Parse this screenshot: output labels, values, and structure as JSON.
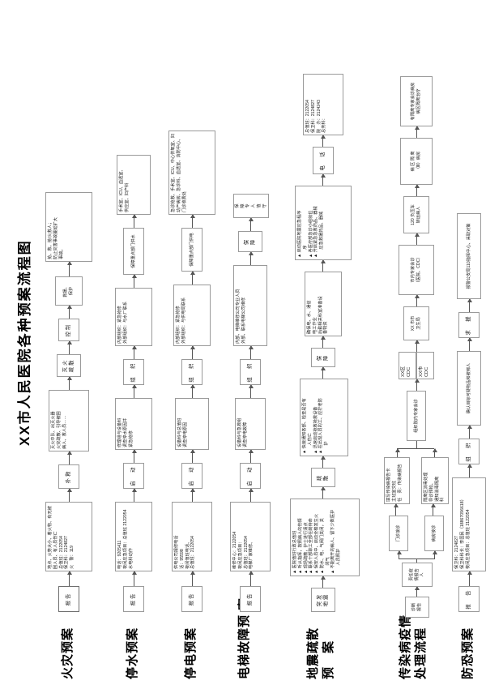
{
  "document": {
    "title": "XX市人民医院各种预案流程图"
  },
  "rows": [
    {
      "id": "fire",
      "label": "火灾预案",
      "nodes": [
        {
          "name": "fire-report",
          "text": "报告"
        },
        {
          "name": "fire-info",
          "text": "地点、火势大小、着火物、有无被困人员、有人员伤亡\n总值班：2122054\n保卫科：2124827\n火　警：119"
        },
        {
          "name": "fire-dispatch",
          "text": "扑救"
        },
        {
          "name": "fire-action",
          "text": "灭火中队、出灭火器\n火灾疏散、引导被困\n病人、救人员……"
        },
        {
          "name": "fire-stop",
          "text": "灭火\n疏散"
        },
        {
          "name": "fire-control",
          "text": "控制"
        },
        {
          "name": "fire-rescue",
          "text": "救援、\n保护"
        },
        {
          "name": "fire-result",
          "text": "抢、救、抢/火救人；\n防止灾害事故蔓延扩大\n事故。"
        }
      ]
    },
    {
      "id": "water",
      "label": "停水预案",
      "nodes": [
        {
          "name": "water-report",
          "text": "报告"
        },
        {
          "name": "water-info",
          "text": "电话：9205411\n夜间应急项目：总值班 2122054\n水电科动作"
        },
        {
          "name": "water-start",
          "text": "启　动"
        },
        {
          "name": "water-investigate",
          "text": "修理组与设备科\n调查停水原因并\n紧急抢修"
        },
        {
          "name": "water-organize",
          "text": "组　织"
        },
        {
          "name": "water-org-detail",
          "text": "内部组织：紧急抢修\n外部组织：与水厂联系"
        },
        {
          "name": "water-guarantee",
          "text": "保障重点部门供水"
        },
        {
          "name": "water-priority",
          "text": "手术室、ICU、血透室、\n供应室、妇产科"
        }
      ]
    },
    {
      "id": "power",
      "label": "停电预案",
      "nodes": [
        {
          "name": "power-report",
          "text": "报告"
        },
        {
          "name": "power-info",
          "text": "供电公司报修电话\n话：95598\n夜间值班电话、\n总值班：2122054"
        },
        {
          "name": "power-start",
          "text": "启　动"
        },
        {
          "name": "power-investigate",
          "text": "设备科与总值班\n调查停电原因"
        },
        {
          "name": "power-organize",
          "text": "组　织"
        },
        {
          "name": "power-org-detail",
          "text": "内部组织：紧急抢修\n外部组织：与供电局联系"
        },
        {
          "name": "power-guarantee",
          "text": "保障重点部门供电"
        },
        {
          "name": "power-priority",
          "text": "急诊抢救、手术室、ICU、中心供氧室、妇幼产病房、急诊科、血透室、消防中心、门诊收费处"
        }
      ]
    },
    {
      "id": "elevator",
      "label": "电梯故障预 案",
      "nodes": [
        {
          "name": "elevator-report",
          "text": "报告"
        },
        {
          "name": "elevator-info",
          "text": "维修中心：2122054\n夜间应急项目：\n总值班：2122054\n电梯厂家维修、"
        },
        {
          "name": "elevator-start",
          "text": "启　动"
        },
        {
          "name": "elevator-rescue",
          "text": "设备科与急救组\n调查停电故障"
        },
        {
          "name": "elevator-organize",
          "text": "组　织"
        },
        {
          "name": "elevator-org-detail",
          "text": "内部、电梯维修公司专业人员\n外部、联系电梯公司维修"
        },
        {
          "name": "elevator-guarantee",
          "text": "保\n障"
        },
        {
          "name": "elevator-result",
          "text": "保\n障\n专\n人\n值\n守"
        }
      ]
    },
    {
      "id": "quake",
      "label": "地震疏散\n预　案",
      "nodes": [
        {
          "name": "quake-start",
          "text": "突发\n地震"
        },
        {
          "name": "quake-detail",
          "text": "▲ 医院值班行政总值班\n▲ 听从指挥，按照病人的伤情\n▲ 现场疏散，护士进行清点\n▲ 联系十部职工全部在岗待命\n▲ 保安人员中、启动全楼发生火\n▲ 防水、电、气阀门关闭，关\n　　闭气\n▲ 不能离开的病人、留下少数医护\n　　人员照护"
        },
        {
          "name": "quake-evac",
          "text": "疏\n散"
        },
        {
          "name": "quake-evac-detail",
          "text": "▲ 快速通知各部、检查是否有\n　　人伤亡\n▲ 迅速启动抢救抢救设备\n▲ 在出现人员的工、应拧老防\n　　护"
        },
        {
          "name": "quake-guarantee",
          "text": "保\n障"
        },
        {
          "name": "quake-guarantee-detail",
          "text": "确保电、水、通信\n电工作业\n后勤相关科室准备设\n备物资"
        },
        {
          "name": "quake-org-detail",
          "text": "▲ 启动医院地震应急程序\n　　序\n▲ 各医疗部急诊小组就位\n▲ 开启紧急急救药品、器械\n　　应急救援药品、器械"
        },
        {
          "name": "quake-phone",
          "text": "电　话"
        },
        {
          "name": "quake-phone-detail",
          "text": "总值班：2122054\n保卫科：2124827\n院　办：2124243\n总务科："
        }
      ]
    },
    {
      "id": "epidemic",
      "label": "传染病疫情\n处理流程",
      "nodes": [
        {
          "name": "epi-report",
          "text": "诊断\n报告"
        },
        {
          "name": "epi-responsible",
          "text": "责任疫\n情报告\n人"
        },
        {
          "name": "epi-clinic",
          "text": "门诊接诊"
        },
        {
          "name": "epi-ward",
          "text": "病房接诊"
        },
        {
          "name": "epi-detail-a",
          "text": "填写传染病报告卡\n主班室交班\n任　责：传染病报告"
        },
        {
          "name": "epi-detail-b",
          "text": "隔离区消毒处理\n导诊预检、\n通知消毒隔离\n科"
        },
        {
          "name": "epi-expert",
          "text": "组织院内专家会诊"
        },
        {
          "name": "epi-cdc-district",
          "text": "XX区\nCDC"
        },
        {
          "name": "epi-cdc-city",
          "text": "XX市\nCDC"
        },
        {
          "name": "epi-health-bureau",
          "text": "XX 市市\n卫生局"
        },
        {
          "name": "epi-city-expert",
          "text": "市内专家会诊\n（医院、CDC）"
        },
        {
          "name": "epi-ambulance",
          "text": "120 负压车\n转运病人"
        },
        {
          "name": "epi-isolate",
          "text": "病 区 隔 离\n（Ⅲ）病房"
        },
        {
          "name": "epi-treat",
          "text": "有隔离专家会诊病房\n病区隔离治疗"
        }
      ]
    },
    {
      "id": "terror",
      "label": "防恐预案",
      "nodes": [
        {
          "name": "terror-report",
          "text": "报　告"
        },
        {
          "name": "terror-info",
          "text": "保卫科：2124827\n保卫科科长：李国民（18867096618）\n夜间应急项目：总值班 2122054"
        },
        {
          "name": "terror-organize",
          "text": "组　织"
        },
        {
          "name": "terror-confirm",
          "text": "确认目标可疑物品和被绑人"
        },
        {
          "name": "terror-help",
          "text": "求　援"
        },
        {
          "name": "terror-result",
          "text": "报警公安局110指挥中心、采取对策"
        }
      ]
    }
  ]
}
